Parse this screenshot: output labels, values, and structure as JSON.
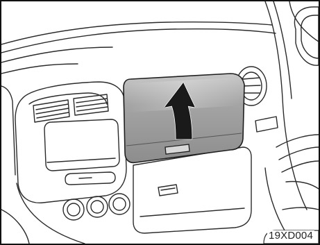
{
  "figure": {
    "code_label": "19XD004",
    "subject": "glove-box-cover-lift-up",
    "arrow_direction": "up",
    "highlight_color": "#a9a9a9",
    "line_color": "#2a2a2a"
  }
}
